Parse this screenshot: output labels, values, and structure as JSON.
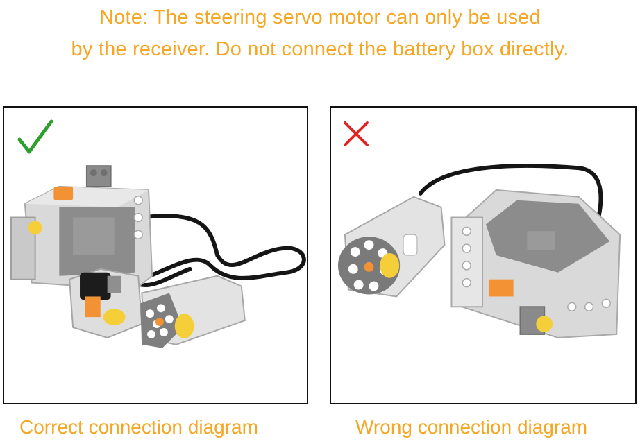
{
  "note": {
    "line1": "Note: The steering servo motor can only be used",
    "line2": "by the receiver. Do not connect the battery box directly."
  },
  "panels": {
    "correct": {
      "caption": "Correct connection diagram",
      "mark_icon": "checkmark-icon",
      "mark_color": "#2e9e2e"
    },
    "wrong": {
      "caption": "Wrong connection diagram",
      "mark_icon": "cross-icon",
      "mark_color": "#e02424"
    }
  },
  "colors": {
    "accent_text": "#f5a623",
    "frame": "#111111"
  }
}
